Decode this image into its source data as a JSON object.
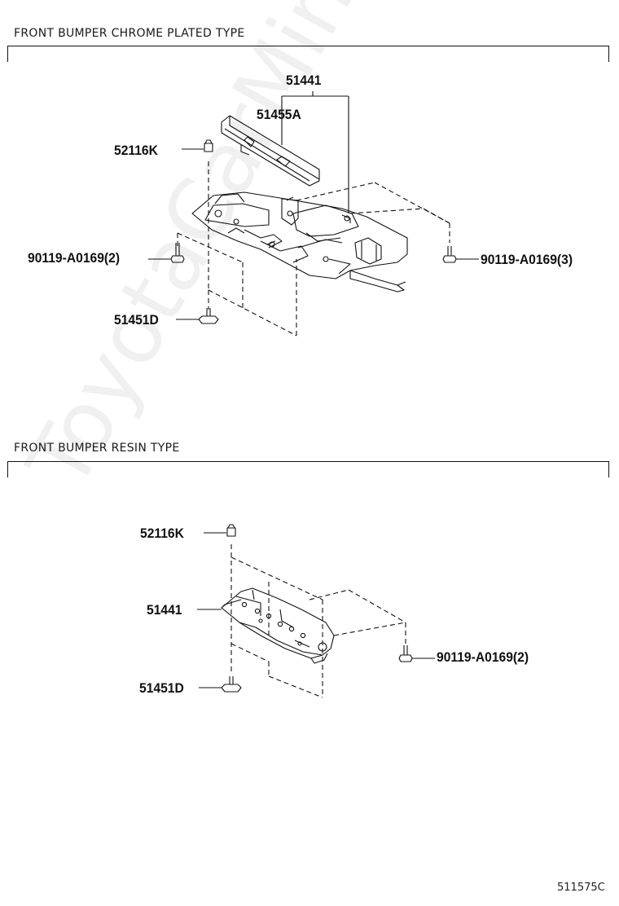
{
  "sections": [
    {
      "title": "FRONT BUMPER CHROME PLATED TYPE",
      "labels": {
        "main_panel": "51441",
        "sub_panel": "51455A",
        "clip_top": "52116K",
        "bolt_left": "90119-A0169(2)",
        "bolt_right": "90119-A0169(3)",
        "screw_bottom": "51451D"
      }
    },
    {
      "title": "FRONT BUMPER RESIN TYPE",
      "labels": {
        "clip_top": "52116K",
        "main_panel": "51441",
        "bolt_right": "90119-A0169(2)",
        "screw_bottom": "51451D"
      }
    }
  ],
  "watermark": "ToyotaCarMine.ru",
  "diagram_code": "511575C",
  "colors": {
    "line": "#111111",
    "watermark": "#e6e6e6"
  }
}
